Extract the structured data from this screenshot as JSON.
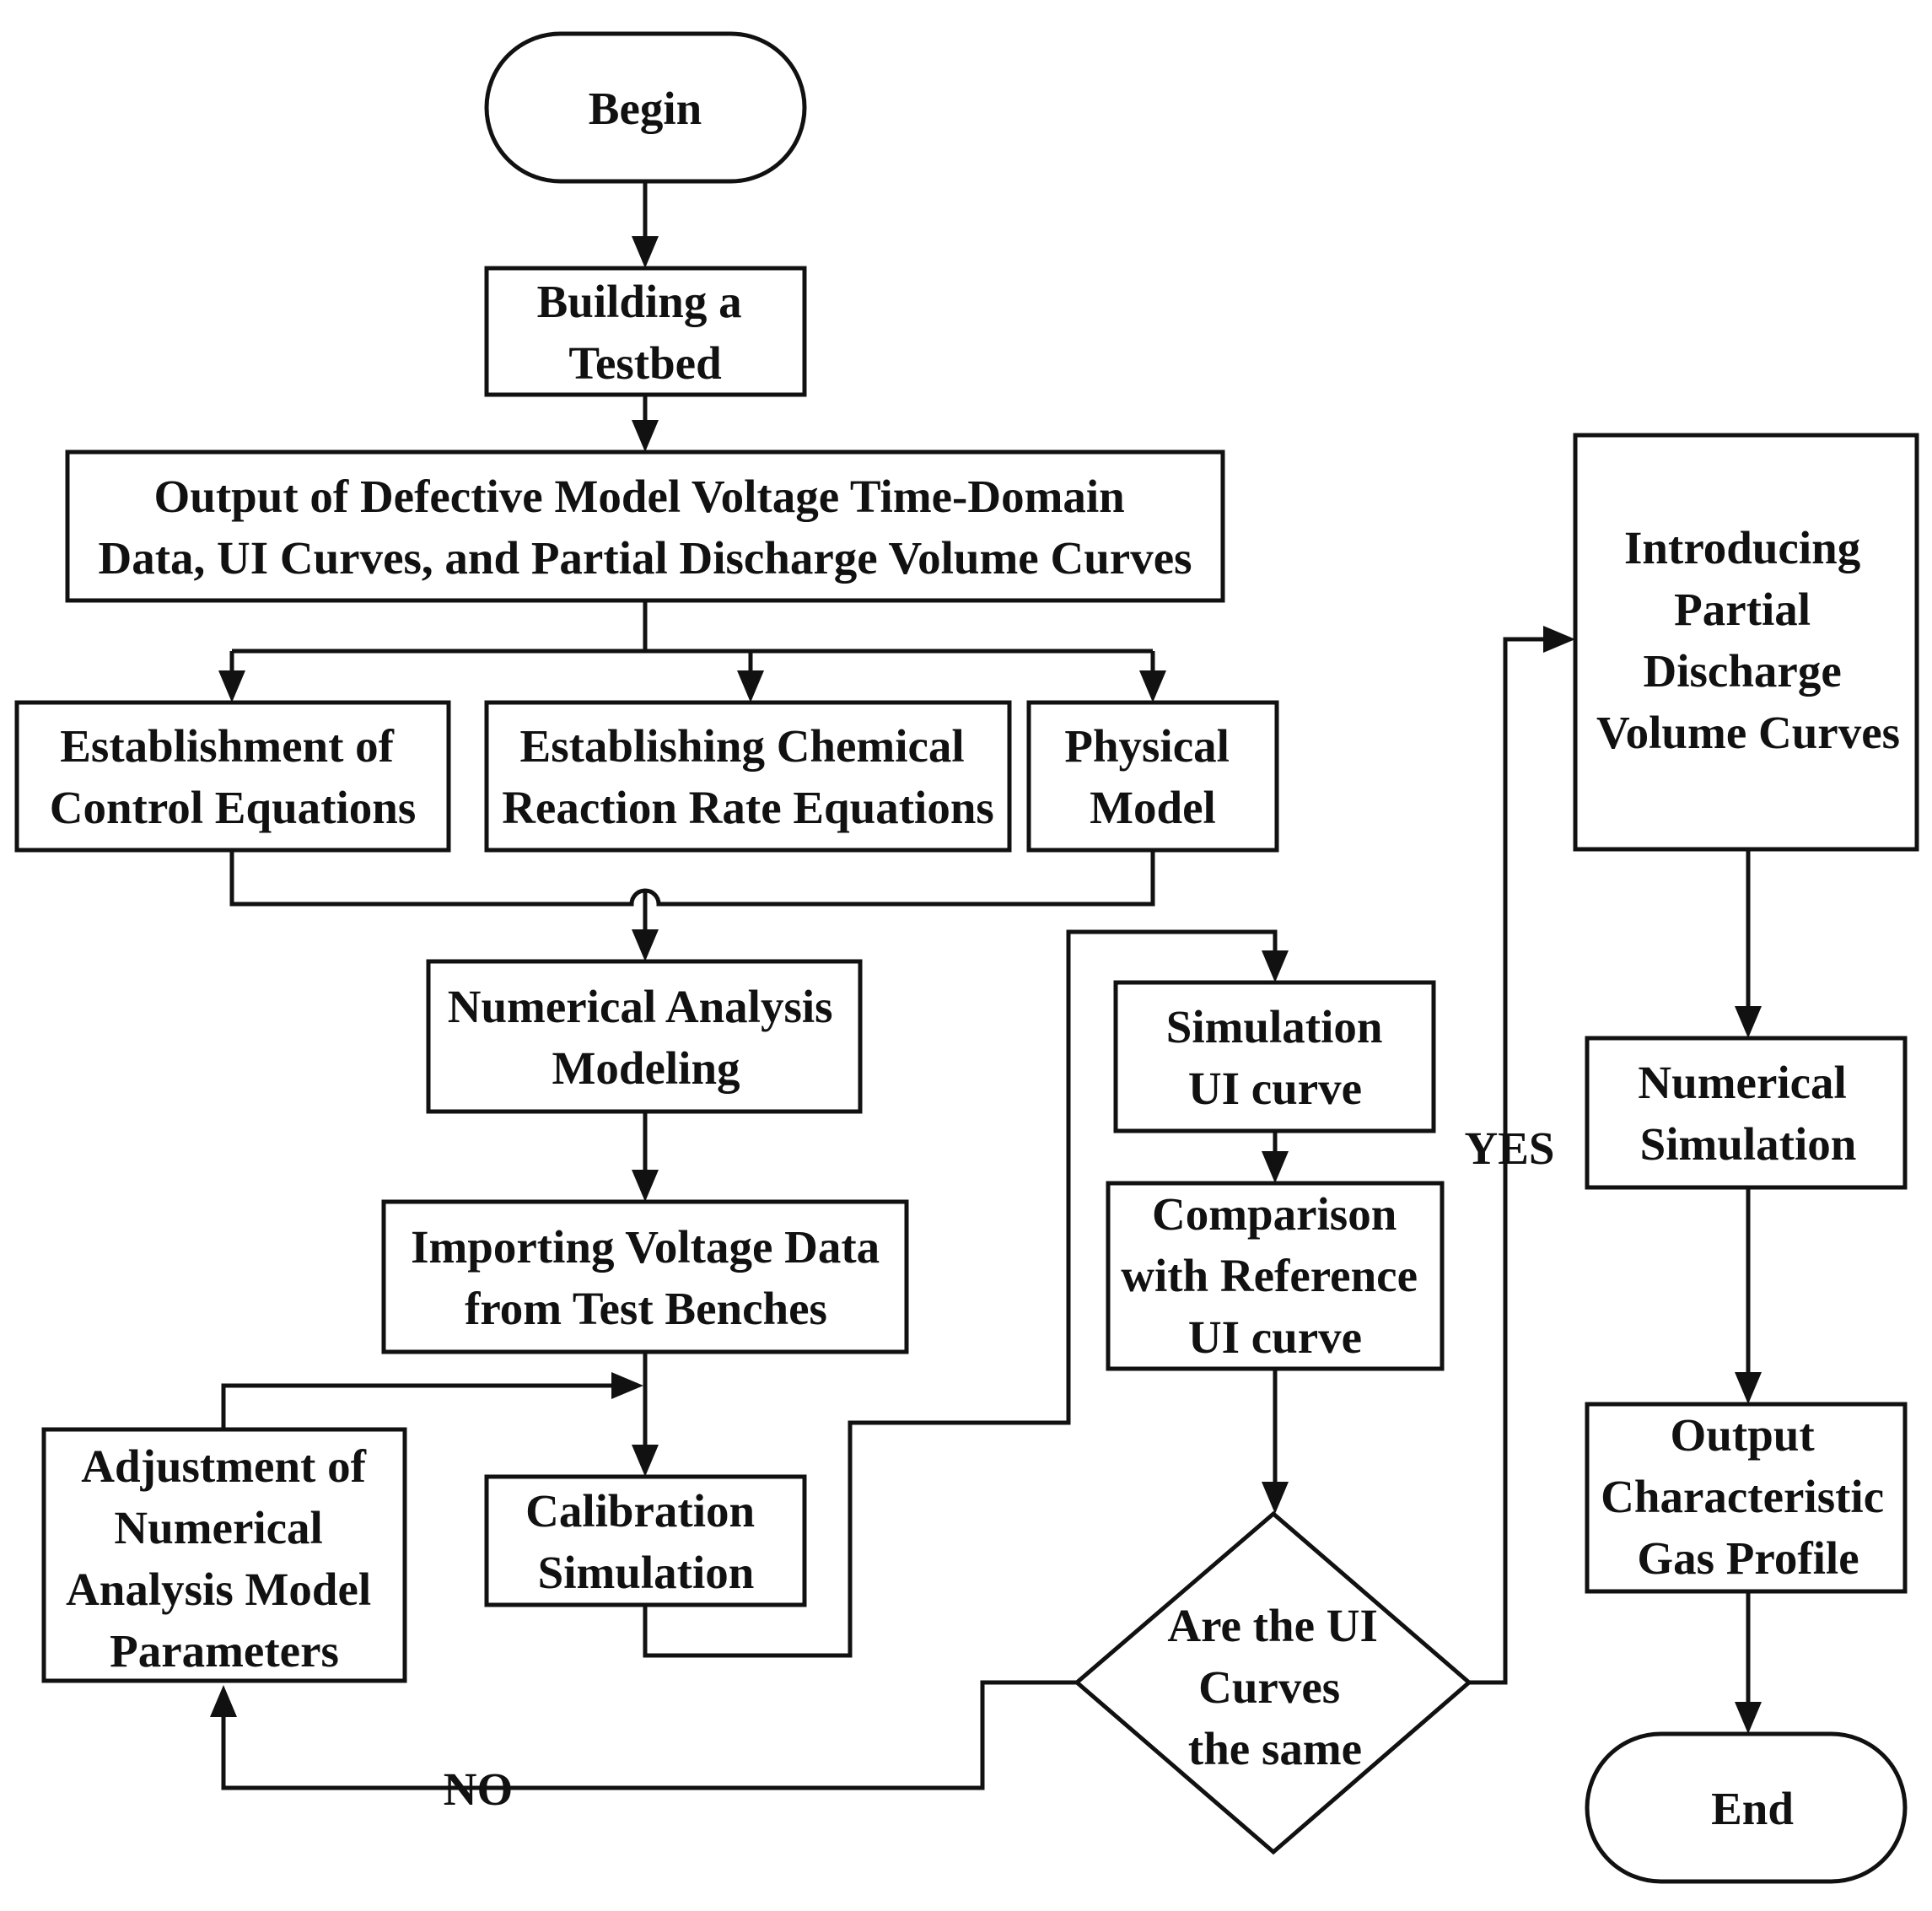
{
  "nodes": {
    "begin": {
      "lines": [
        "Begin"
      ]
    },
    "testbed": {
      "lines": [
        "Building a",
        "Testbed"
      ]
    },
    "output_data": {
      "lines": [
        "Output of Defective Model Voltage Time-Domain",
        "Data, UI Curves, and Partial Discharge Volume Curves"
      ]
    },
    "control_eq": {
      "lines": [
        "Establishment of",
        "Control Equations"
      ]
    },
    "chem_eq": {
      "lines": [
        "Establishing Chemical",
        "Reaction Rate Equations"
      ]
    },
    "physical": {
      "lines": [
        "Physical",
        "Model"
      ]
    },
    "numerical_modeling": {
      "lines": [
        "Numerical Analysis",
        "Modeling"
      ]
    },
    "importing": {
      "lines": [
        "Importing Voltage Data",
        "from Test Benches"
      ]
    },
    "adjustment": {
      "lines": [
        "Adjustment of",
        "Numerical",
        "Analysis Model",
        "Parameters"
      ]
    },
    "calibration": {
      "lines": [
        "Calibration",
        "Simulation"
      ]
    },
    "sim_ui": {
      "lines": [
        "Simulation",
        "UI curve"
      ]
    },
    "comparison": {
      "lines": [
        "Comparison",
        "with Reference",
        "UI curve"
      ]
    },
    "decision": {
      "lines": [
        "Are the UI",
        "Curves",
        "the same"
      ]
    },
    "introducing": {
      "lines": [
        "Introducing",
        "Partial",
        "Discharge",
        "Volume Curves"
      ]
    },
    "num_sim": {
      "lines": [
        "Numerical",
        "Simulation"
      ]
    },
    "output_gas": {
      "lines": [
        "Output",
        "Characteristic",
        "Gas Profile"
      ]
    },
    "end": {
      "lines": [
        "End"
      ]
    }
  },
  "edge_labels": {
    "yes": "YES",
    "no": "NO"
  }
}
